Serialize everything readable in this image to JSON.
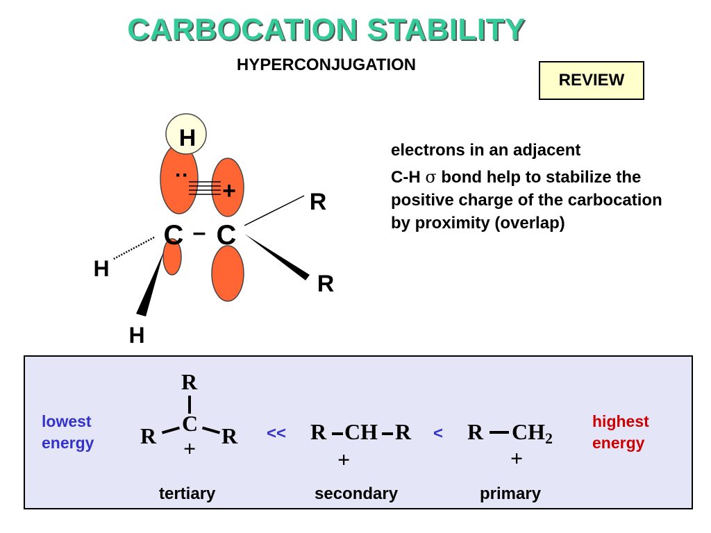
{
  "title": "CARBOCATION STABILITY",
  "subtitle": "HYPERCONJUGATION",
  "review_badge": "REVIEW",
  "explanation": {
    "line1": "electrons in an adjacent",
    "line2_before_sigma": "C-H ",
    "sigma": "σ",
    "line2_rest": " bond help to stabilize the positive charge of the carbocation by proximity (overlap)"
  },
  "diagram": {
    "h_top": "H",
    "lone_pair": "··",
    "plus": "+",
    "c_left": "C",
    "bond": "–",
    "c_right": "C",
    "r_upper": "R",
    "r_lower": "R",
    "h_left": "H",
    "h_bottom": "H"
  },
  "colors": {
    "title": "#33cc99",
    "orbital": "#ff6633",
    "review_bg": "#ffffcc",
    "box_bg": "#e5e5f8",
    "lowest": "#3333cc",
    "highest": "#cc0000"
  },
  "summary": {
    "lowest_label": "lowest energy",
    "highest_label": "highest energy",
    "tertiary": {
      "top": "R",
      "center": "C",
      "left": "R",
      "right": "R",
      "charge": "+",
      "label": "tertiary"
    },
    "op1": "<<",
    "secondary": {
      "left": "R",
      "center": "CH",
      "right": "R",
      "charge": "+",
      "label": "secondary"
    },
    "op2": "<",
    "primary": {
      "left": "R",
      "center": "CH",
      "subscript": "2",
      "charge": "+",
      "label": "primary"
    }
  }
}
